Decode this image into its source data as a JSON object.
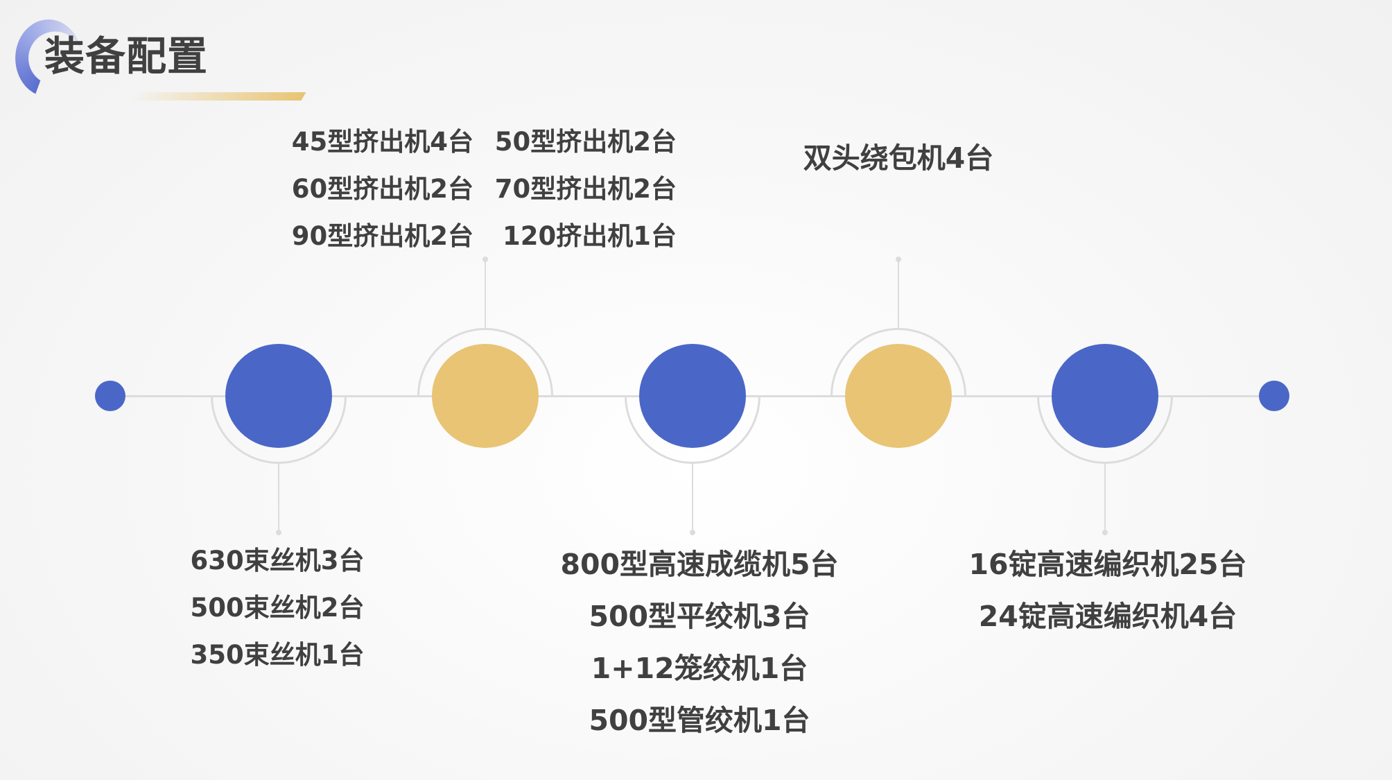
{
  "title": "装备配置",
  "colors": {
    "blue": "#4a67c7",
    "gold": "#e8c474",
    "text": "#404040",
    "line": "#dcdcdc"
  },
  "nodes": [
    {
      "color": "blue",
      "position": "bottom",
      "items": [
        "630束丝机3台",
        "500束丝机2台",
        "350束丝机1台"
      ]
    },
    {
      "color": "gold",
      "position": "top",
      "items_left": [
        "45型挤出机4台",
        "60型挤出机2台",
        "90型挤出机2台"
      ],
      "items_right": [
        "50型挤出机2台",
        "70型挤出机2台",
        "120挤出机1台"
      ]
    },
    {
      "color": "blue",
      "position": "bottom",
      "items": [
        "800型高速成缆机5台",
        "500型平绞机3台",
        "1+12笼绞机1台",
        "500型管绞机1台"
      ]
    },
    {
      "color": "gold",
      "position": "top",
      "items": [
        "双头绕包机4台"
      ]
    },
    {
      "color": "blue",
      "position": "bottom",
      "items": [
        "16锭高速编织机25台",
        "24锭高速编织机4台"
      ]
    }
  ]
}
